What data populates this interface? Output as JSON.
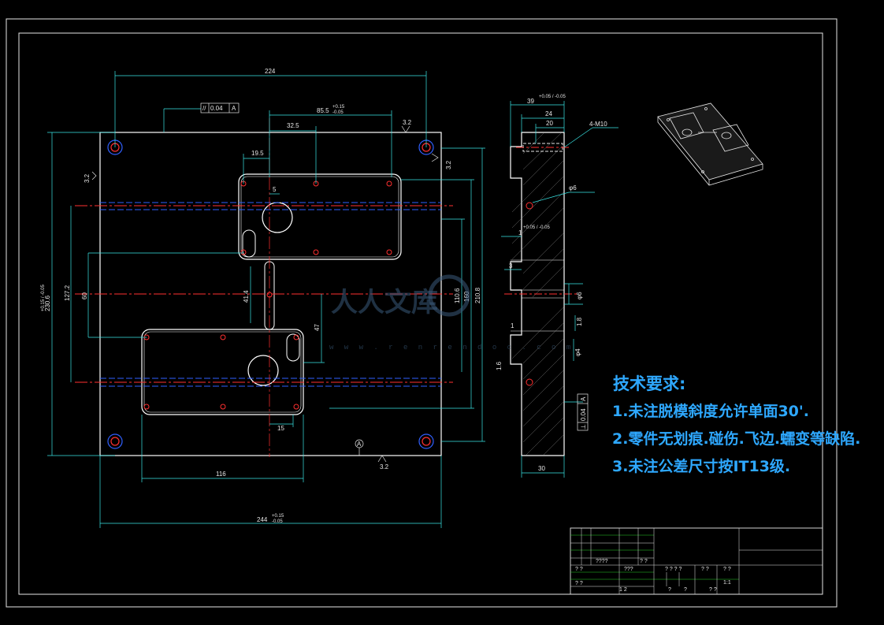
{
  "front_view": {
    "dims": {
      "width_top": "224",
      "parallel_tol": "0.04",
      "parallel_sym": "//",
      "datum_a": "A",
      "slot_width": "85.5",
      "slot_width_tol_up": "+0.15",
      "slot_width_tol_dn": "-0.05",
      "pos_32_5": "32.5",
      "pos_19_5": "19.5",
      "pos_5": "5",
      "roughness_top": "3.2",
      "roughness_left": "3.2",
      "roughness_right": "3.2",
      "roughness_bottom": "3.2",
      "height_total": "230.6",
      "height_total_tol": "+0.15 / -0.05",
      "height_127_2": "127.2",
      "height_60": "60",
      "dim_41_4": "41.4",
      "dim_47": "47",
      "dim_110_6": "110.6",
      "dim_160": "160",
      "dim_210_8": "210.8",
      "dim_15": "15",
      "dim_116": "116",
      "width_bottom": "244",
      "width_bottom_tol_up": "+0.15",
      "width_bottom_tol_dn": "-0.05",
      "datum_bottom": "A"
    }
  },
  "side_view": {
    "dims": {
      "dim_39": "39",
      "dim_39_tol": "+0.05 / -0.05",
      "dim_24": "24",
      "dim_20": "20",
      "thread_label": "4-M10",
      "dia_6a": "φ6",
      "dim_1": "1",
      "dim_1_tol": "+0.05 / -0.05",
      "dim_3": "3",
      "dia_6b": "φ6",
      "dim_1_8": "1.8",
      "dim_1_b": "1",
      "dia_4": "φ4",
      "roughness": "1.6",
      "perp_tol": "0.04",
      "perp_sym": "⊥",
      "datum_a": "A",
      "dim_30": "30"
    }
  },
  "notes": {
    "title": "技术要求:",
    "items": [
      "1.未注脱模斜度允许单面30'.",
      "2.零件无划痕.碰伤.飞边.蠕变等缺陷.",
      "3.未注公差尺寸按IT13级."
    ]
  },
  "title_block": {
    "cells": [
      "? ?",
      "? ?",
      "????",
      "???",
      "? ? ? ?",
      "? ?",
      "? ?",
      "? ?",
      "1 2",
      "?",
      "?",
      "? ?",
      "1:1"
    ]
  },
  "watermark": {
    "text": "人人文库",
    "url": "w w w . r e n r e n d o c . c o m"
  },
  "colors": {
    "background": "#000000",
    "outline": "#ffffff",
    "dimension": "#39e6e6",
    "center_line": "#ff3030",
    "hidden_line": "#3060ff",
    "notes": "#2ea8ff"
  }
}
